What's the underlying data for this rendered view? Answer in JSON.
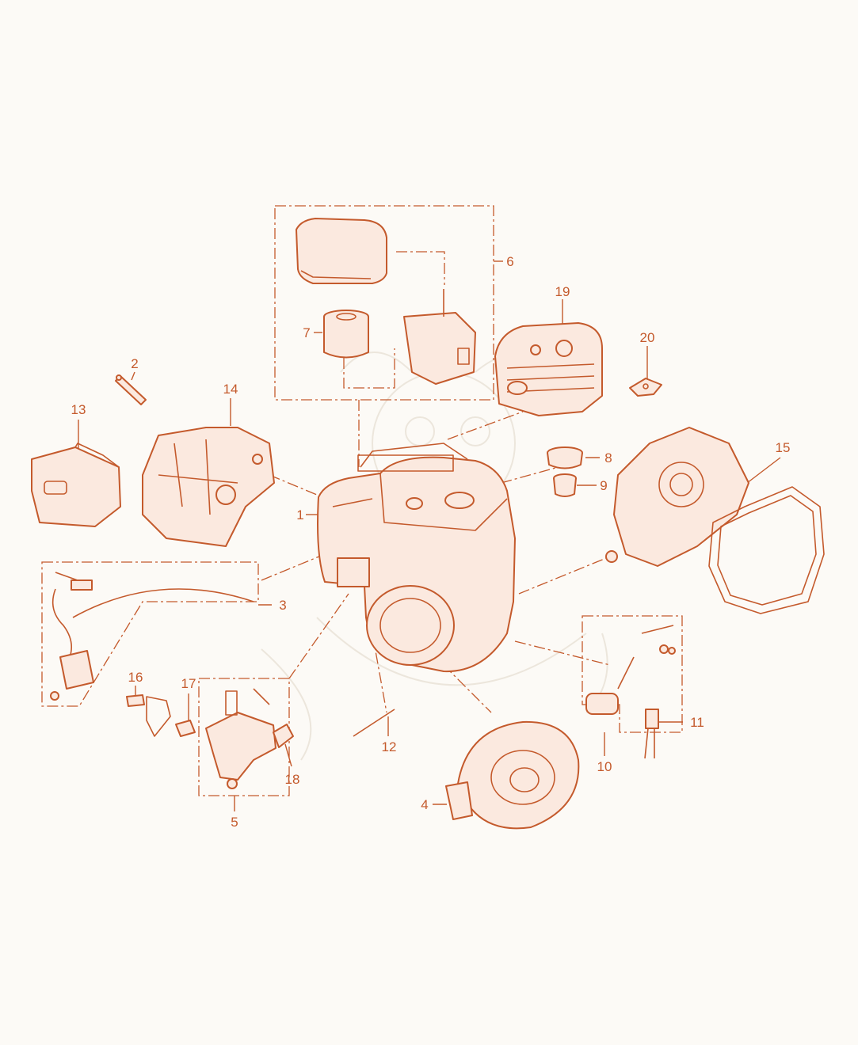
{
  "diagram": {
    "colors": {
      "line": "#c45a2c",
      "fill": "#fbe9df",
      "background": "#fcfaf6"
    },
    "callouts": [
      {
        "id": "1",
        "text": "1"
      },
      {
        "id": "2",
        "text": "2"
      },
      {
        "id": "3",
        "text": "3"
      },
      {
        "id": "4",
        "text": "4"
      },
      {
        "id": "5",
        "text": "5"
      },
      {
        "id": "6",
        "text": "6"
      },
      {
        "id": "7",
        "text": "7"
      },
      {
        "id": "8",
        "text": "8"
      },
      {
        "id": "9",
        "text": "9"
      },
      {
        "id": "10",
        "text": "10"
      },
      {
        "id": "11",
        "text": "11"
      },
      {
        "id": "12",
        "text": "12"
      },
      {
        "id": "13",
        "text": "13"
      },
      {
        "id": "14",
        "text": "14"
      },
      {
        "id": "15",
        "text": "15"
      },
      {
        "id": "16",
        "text": "16"
      },
      {
        "id": "17",
        "text": "17"
      },
      {
        "id": "18",
        "text": "18"
      },
      {
        "id": "19",
        "text": "19"
      },
      {
        "id": "20",
        "text": "20"
      }
    ]
  }
}
